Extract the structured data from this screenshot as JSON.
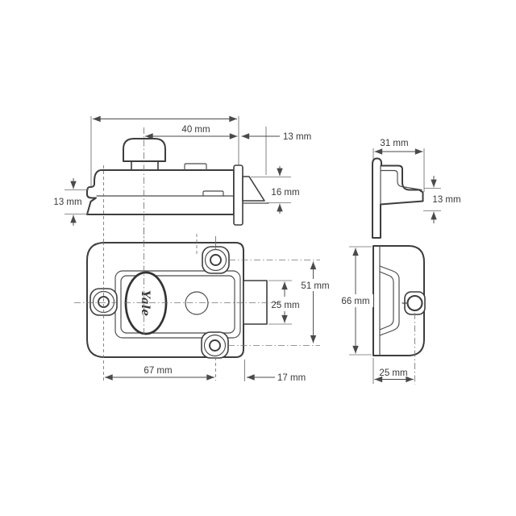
{
  "drawing": {
    "description": "Yale night latch rim lock technical dimension drawing, three views plus keeper",
    "line_color": "#3d3d3d",
    "background": "#ffffff"
  },
  "labels": {
    "side_view": {
      "width": "40 mm",
      "throw": "13 mm",
      "bolt_height": "16 mm",
      "base_height": "13 mm"
    },
    "keeper_view": {
      "width": "31 mm",
      "depth": "13 mm"
    },
    "front_view": {
      "brand": "Yale",
      "fixing_centres": "67 mm",
      "edge_distance": "17 mm",
      "vertical_centres": "51 mm",
      "bolt_width": "25 mm"
    },
    "end_view": {
      "height": "66 mm",
      "case_depth": "25 mm"
    }
  }
}
